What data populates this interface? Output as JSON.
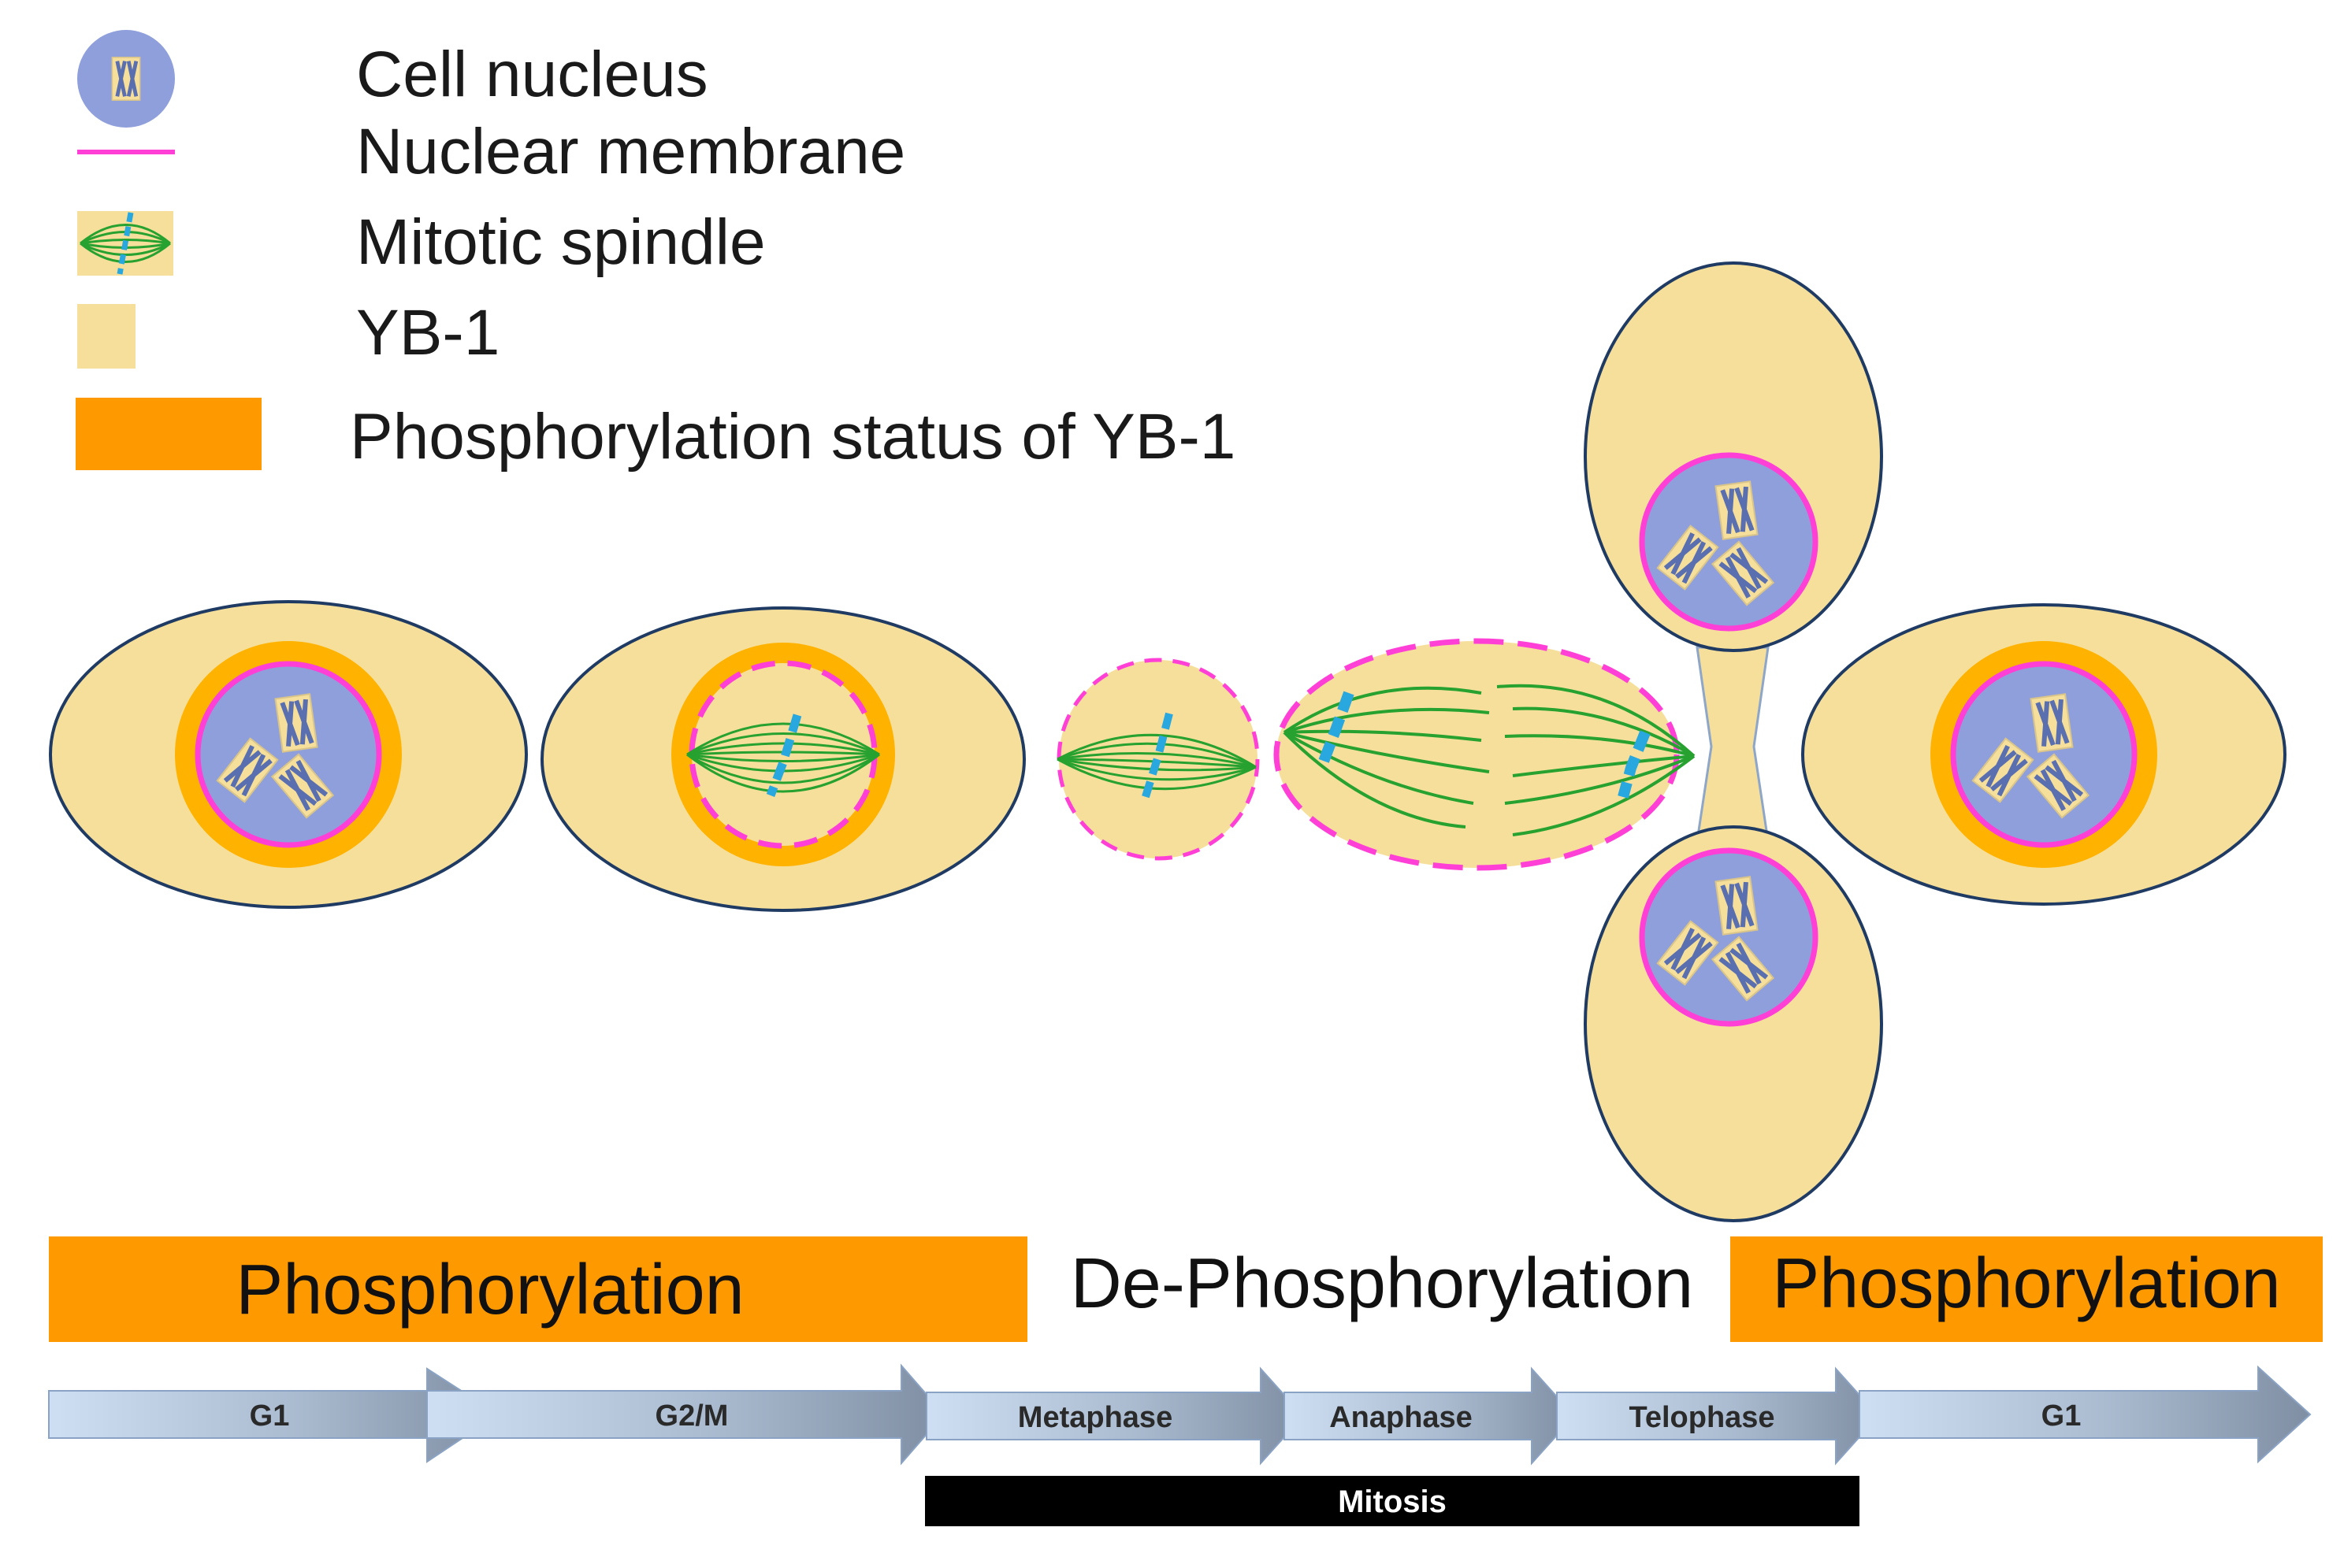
{
  "legend": [
    {
      "key": "nucleus",
      "label": "Cell nucleus"
    },
    {
      "key": "membrane",
      "label": "Nuclear membrane"
    },
    {
      "key": "spindle",
      "label": "Mitotic spindle"
    },
    {
      "key": "yb1",
      "label": "YB-1"
    },
    {
      "key": "phospho",
      "label": "Phosphorylation status of YB-1"
    }
  ],
  "status_bar": [
    {
      "label": "Phosphorylation",
      "state": "phosphorylated"
    },
    {
      "label": "De-Phosphorylation",
      "state": "dephosphorylated"
    },
    {
      "label": "Phosphorylation",
      "state": "phosphorylated"
    }
  ],
  "stages": [
    "G1",
    "G2/M",
    "Metaphase",
    "Anaphase",
    "Telophase",
    "G1"
  ],
  "mitosis_label": "Mitosis",
  "colors": {
    "cytoplasm": "#f5df9b",
    "cell_outline": "#1f3b63",
    "nucleus": "#8e9fdb",
    "membrane": "#ff3fd6",
    "phospho": "#ff9900",
    "phospho_ring": "#ffb300",
    "spindle": "#27a12f",
    "chromosome": "#29a7df",
    "arrow": "#8d9db2",
    "arrow_light": "#c9daf0",
    "mitosis_bar": "#000000"
  }
}
